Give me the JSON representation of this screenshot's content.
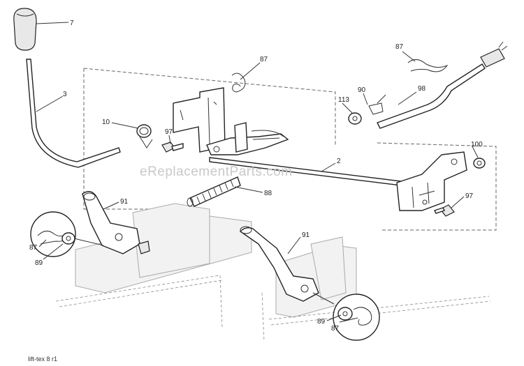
{
  "watermark": "eReplacementParts.com",
  "caption": "lift-tex 8 r1",
  "callouts": {
    "c7": "7",
    "c3": "3",
    "c10": "10",
    "c97a": "97",
    "c87top": "87",
    "c87right": "87",
    "c113": "113",
    "c90": "90",
    "c98": "98",
    "c2": "2",
    "c100": "100",
    "c97b": "97",
    "c88": "88",
    "c91a": "91",
    "c87left": "87",
    "c89a": "89",
    "c91b": "91",
    "c89b": "89",
    "c87bottom": "87"
  }
}
